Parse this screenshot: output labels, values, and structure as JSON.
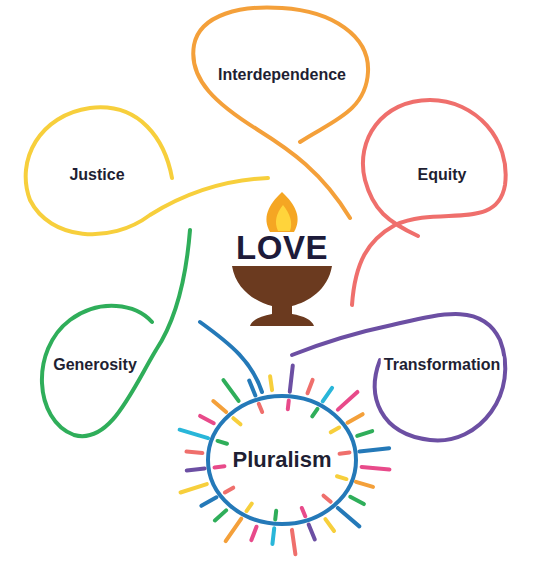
{
  "diagram": {
    "nodes": [
      {
        "text": [
          "Interdependence"
        ]
      },
      {
        "text": [
          "Justice"
        ]
      },
      {
        "text": [
          "Equity"
        ]
      },
      {
        "text": [
          "Generosity"
        ]
      },
      {
        "text": [
          "Transformation"
        ]
      },
      {
        "text": [
          "Pluralism"
        ]
      }
    ],
    "labels": [
      "LOVE"
    ]
  }
}
